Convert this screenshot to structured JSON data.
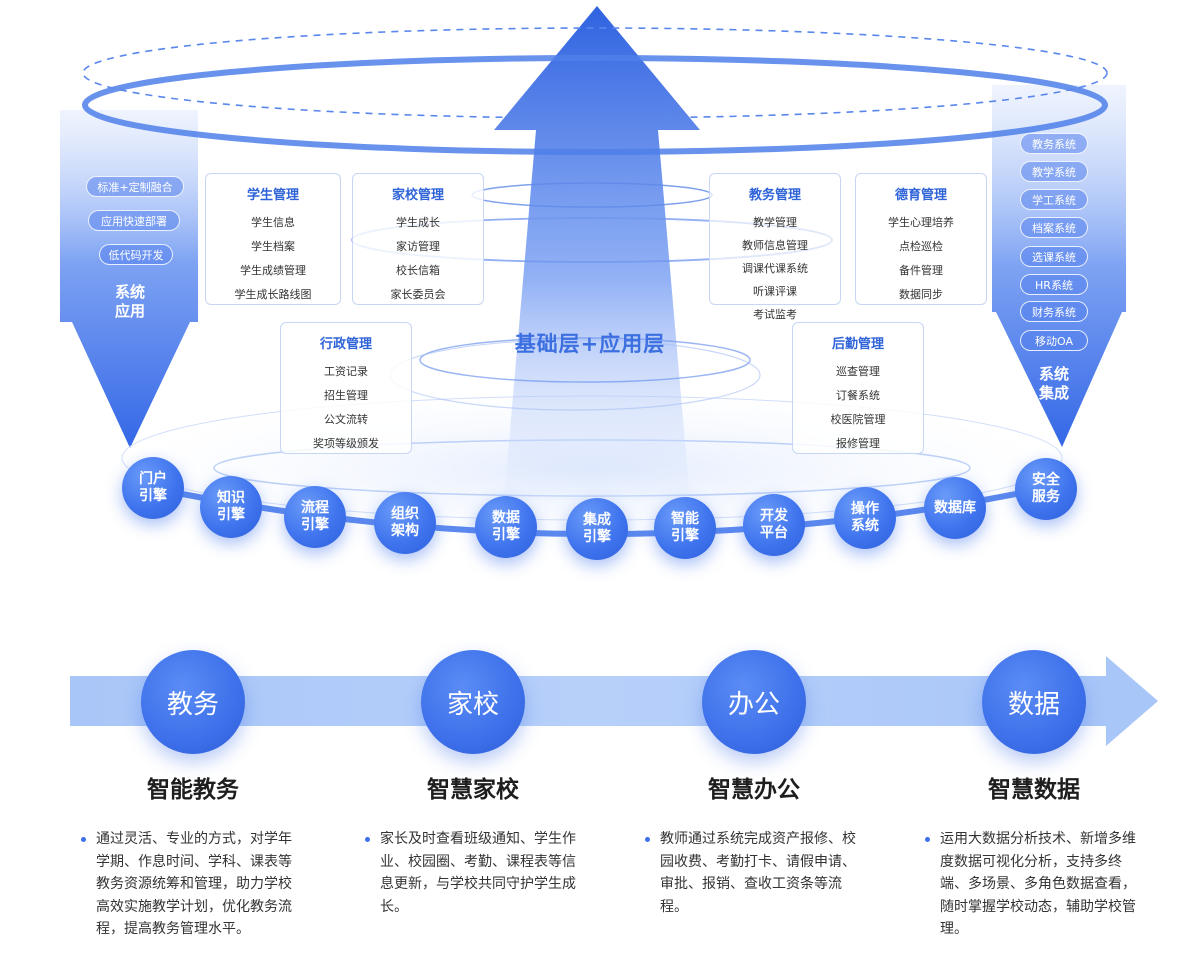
{
  "center_label": "基础层+应用层",
  "left_funnel": {
    "pills": [
      "标准+定制融合",
      "应用快速部署",
      "低代码开发"
    ],
    "title_line1": "系统",
    "title_line2": "应用"
  },
  "right_funnel": {
    "pills": [
      "教务系统",
      "教学系统",
      "学工系统",
      "档案系统",
      "选课系统",
      "HR系统",
      "财务系统",
      "移动OA"
    ],
    "title_line1": "系统",
    "title_line2": "集成"
  },
  "panels": [
    {
      "title": "学生管理",
      "items": [
        "学生信息",
        "学生档案",
        "学生成绩管理",
        "学生成长路线图"
      ]
    },
    {
      "title": "家校管理",
      "items": [
        "学生成长",
        "家访管理",
        "校长信箱",
        "家长委员会"
      ]
    },
    {
      "title": "教务管理",
      "items": [
        "教学管理",
        "教师信息管理",
        "调课代课系统",
        "听课评课",
        "考试监考"
      ]
    },
    {
      "title": "德育管理",
      "items": [
        "学生心理培养",
        "点检巡检",
        "备件管理",
        "数据同步"
      ]
    },
    {
      "title": "行政管理",
      "items": [
        "工资记录",
        "招生管理",
        "公文流转",
        "奖项等级颁发"
      ]
    },
    {
      "title": "后勤管理",
      "items": [
        "巡查管理",
        "订餐系统",
        "校医院管理",
        "报修管理"
      ]
    }
  ],
  "engines": [
    {
      "line1": "门户",
      "line2": "引擎"
    },
    {
      "line1": "知识",
      "line2": "引擎"
    },
    {
      "line1": "流程",
      "line2": "引擎"
    },
    {
      "line1": "组织",
      "line2": "架构"
    },
    {
      "line1": "数据",
      "line2": "引擎"
    },
    {
      "line1": "集成",
      "line2": "引擎"
    },
    {
      "line1": "智能",
      "line2": "引擎"
    },
    {
      "line1": "开发",
      "line2": "平台"
    },
    {
      "line1": "操作",
      "line2": "系统"
    },
    {
      "line1": "数据库",
      "line2": ""
    },
    {
      "line1": "安全",
      "line2": "服务"
    }
  ],
  "categories": [
    {
      "circle": "教务",
      "title": "智能教务",
      "desc": "通过灵活、专业的方式，对学年学期、作息时间、学科、课表等教务资源统筹和管理，助力学校高效实施教学计划，优化教务流程，提高教务管理水平。"
    },
    {
      "circle": "家校",
      "title": "智慧家校",
      "desc": "家长及时查看班级通知、学生作业、校园圈、考勤、课程表等信息更新，与学校共同守护学生成长。"
    },
    {
      "circle": "办公",
      "title": "智慧办公",
      "desc": "教师通过系统完成资产报修、校园收费、考勤打卡、请假申请、审批、报销、查收工资条等流程。"
    },
    {
      "circle": "数据",
      "title": "智慧数据",
      "desc": "运用大数据分析技术、新增多维度数据可视化分析，支持多终端、多场景、多角色数据查看，随时掌握学校动态，辅助学校管理。"
    }
  ],
  "colors": {
    "primary": "#3d70ea",
    "panel_title": "#2f63d8",
    "band": "#a9c6f8"
  }
}
